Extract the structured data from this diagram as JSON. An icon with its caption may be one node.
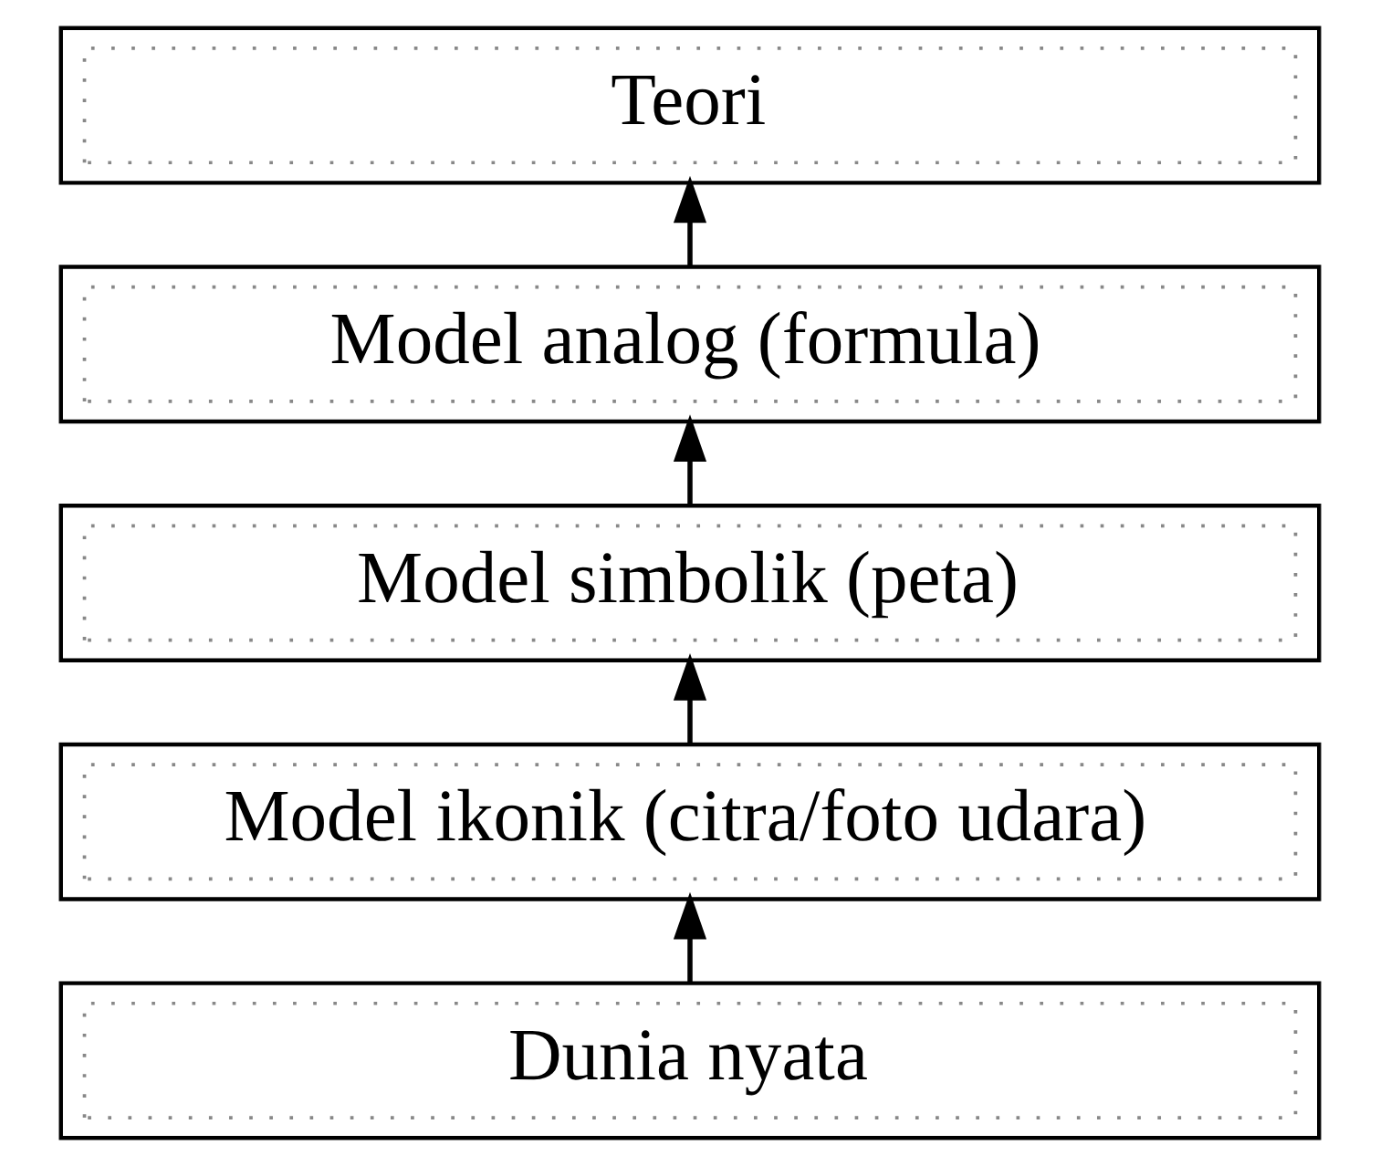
{
  "diagram": {
    "nodes": [
      {
        "text": [
          "Teori"
        ]
      },
      {
        "text": [
          "Model analog (formula)"
        ]
      },
      {
        "text": [
          "Model simbolik (peta)"
        ]
      },
      {
        "text": [
          "Model ikonik (citra/foto udara)"
        ]
      },
      {
        "text": [
          "Dunia nyata"
        ]
      }
    ],
    "edges": [
      {
        "from": 4,
        "to": 3,
        "arrow": "to"
      },
      {
        "from": 3,
        "to": 2,
        "arrow": "to"
      },
      {
        "from": 2,
        "to": 1,
        "arrow": "to"
      },
      {
        "from": 1,
        "to": 0,
        "arrow": "to"
      }
    ]
  }
}
